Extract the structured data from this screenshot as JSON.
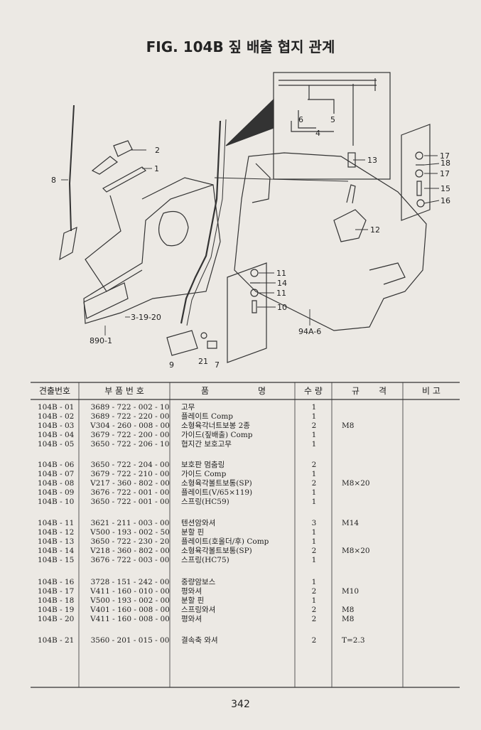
{
  "figure": {
    "title": "FIG. 104B 짚 배출 협지 관계"
  },
  "callouts": [
    "1",
    "2",
    "3-19-20",
    "4",
    "5",
    "6",
    "7",
    "8",
    "9",
    "10",
    "11",
    "11",
    "12",
    "13",
    "14",
    "15",
    "16",
    "17",
    "17",
    "18",
    "21",
    "890-1",
    "94A-6"
  ],
  "table": {
    "headers": [
      "견출번호",
      "부 품 번 호",
      "품",
      "명",
      "수 량",
      "규",
      "격",
      "비 고"
    ],
    "rows": [
      {
        "ref": "104B - 01",
        "part": "3689 - 722 - 002 - 10",
        "name": "고무",
        "qty": "1",
        "spec": ""
      },
      {
        "ref": "104B - 02",
        "part": "3689 - 722 - 220 - 00",
        "name": "플레이트 Comp",
        "qty": "1",
        "spec": ""
      },
      {
        "ref": "104B - 03",
        "part": "V304 - 260 - 008 - 00",
        "name": "소형육각너트보봉 2종",
        "qty": "2",
        "spec": "M8"
      },
      {
        "ref": "104B - 04",
        "part": "3679 - 722 - 200 - 00",
        "name": "가이드(짚배출) Comp",
        "qty": "1",
        "spec": ""
      },
      {
        "ref": "104B - 05",
        "part": "3650 - 722 - 206 - 10",
        "name": "협지간 보호고무",
        "qty": "1",
        "spec": ""
      },
      {
        "ref": "104B - 06",
        "part": "3650 - 722 - 204 - 00",
        "name": "보호판 멈춤링",
        "qty": "2",
        "spec": ""
      },
      {
        "ref": "104B - 07",
        "part": "3679 - 722 - 210 - 00",
        "name": "가이드 Comp",
        "qty": "1",
        "spec": ""
      },
      {
        "ref": "104B - 08",
        "part": "V217 - 360 - 802 - 00",
        "name": "소형육각볼트보통(SP)",
        "qty": "2",
        "spec": "M8×20"
      },
      {
        "ref": "104B - 09",
        "part": "3676 - 722 - 001 - 00",
        "name": "플레이트(V/65×119)",
        "qty": "1",
        "spec": ""
      },
      {
        "ref": "104B - 10",
        "part": "3650 - 722 - 001 - 00",
        "name": "스프링(HC59)",
        "qty": "1",
        "spec": ""
      },
      {
        "ref": "104B - 11",
        "part": "3621 - 211 - 003 - 00",
        "name": "텐션암와셔",
        "qty": "3",
        "spec": "M14"
      },
      {
        "ref": "104B - 12",
        "part": "V500 - 193 - 002 - 50",
        "name": "분할 핀",
        "qty": "1",
        "spec": ""
      },
      {
        "ref": "104B - 13",
        "part": "3650 - 722 - 230 - 20",
        "name": "플레이트(호올더/후) Comp",
        "qty": "1",
        "spec": ""
      },
      {
        "ref": "104B - 14",
        "part": "V218 - 360 - 802 - 00",
        "name": "소형육각볼트보통(SP)",
        "qty": "2",
        "spec": "M8×20"
      },
      {
        "ref": "104B - 15",
        "part": "3676 - 722 - 003 - 00",
        "name": "스프링(HC75)",
        "qty": "1",
        "spec": ""
      },
      {
        "ref": "104B - 16",
        "part": "3728 - 151 - 242 - 00",
        "name": "중량암보스",
        "qty": "1",
        "spec": ""
      },
      {
        "ref": "104B - 17",
        "part": "V411 - 160 - 010 - 00",
        "name": "평와셔",
        "qty": "2",
        "spec": "M10"
      },
      {
        "ref": "104B - 18",
        "part": "V500 - 193 - 002 - 00",
        "name": "분할 핀",
        "qty": "1",
        "spec": ""
      },
      {
        "ref": "104B - 19",
        "part": "V401 - 160 - 008 - 00",
        "name": "스프링와셔",
        "qty": "2",
        "spec": "M8"
      },
      {
        "ref": "104B - 20",
        "part": "V411 - 160 - 008 - 00",
        "name": "평와셔",
        "qty": "2",
        "spec": "M8"
      },
      {
        "ref": "104B - 21",
        "part": "3560 - 201 - 015 - 00",
        "name": "결속축 와셔",
        "qty": "2",
        "spec": "T=2.3"
      }
    ]
  },
  "page_number": "342"
}
